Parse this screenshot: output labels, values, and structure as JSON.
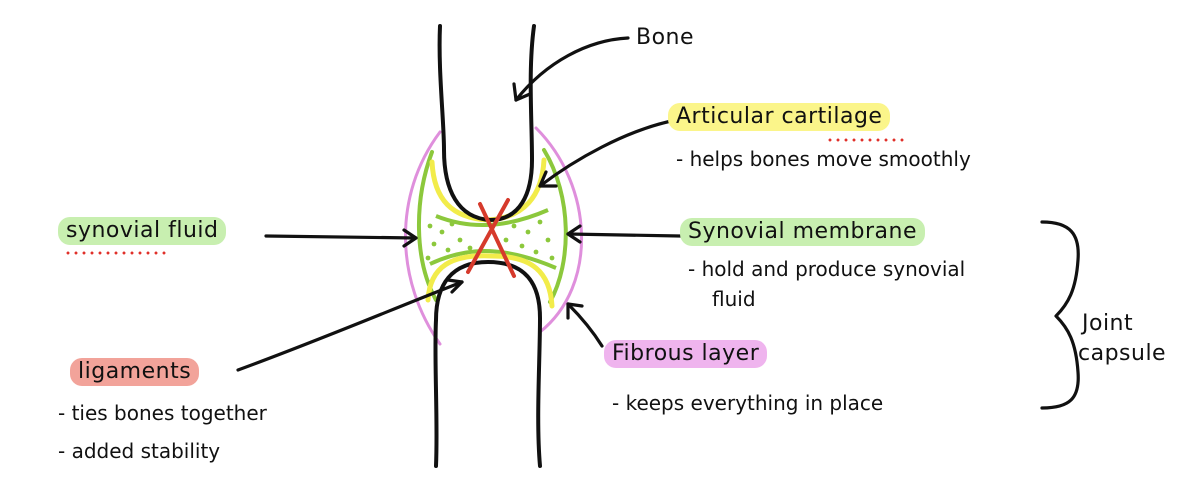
{
  "labels": {
    "bone": "Bone",
    "articular_cartilage": "Articular cartilage",
    "synovial_fluid": "synovial fluid",
    "synovial_membrane": "Synovial membrane",
    "fibrous_layer": "Fibrous layer",
    "ligaments": "ligaments",
    "joint_capsule_line1": "Joint",
    "joint_capsule_line2": "capsule"
  },
  "notes": {
    "articular_cartilage": "- helps bones move smoothly",
    "synovial_membrane_line1": "- hold and produce synovial",
    "synovial_membrane_line2": "fluid",
    "fibrous_layer": "- keeps everything in place",
    "ligaments_1": "- ties bones together",
    "ligaments_2": "- added stability"
  },
  "colors": {
    "cartilage": "#f2ec4a",
    "membrane": "#8cc83c",
    "fibrous": "#df8fdc",
    "cross": "#d63a2c",
    "ink": "#111111"
  }
}
